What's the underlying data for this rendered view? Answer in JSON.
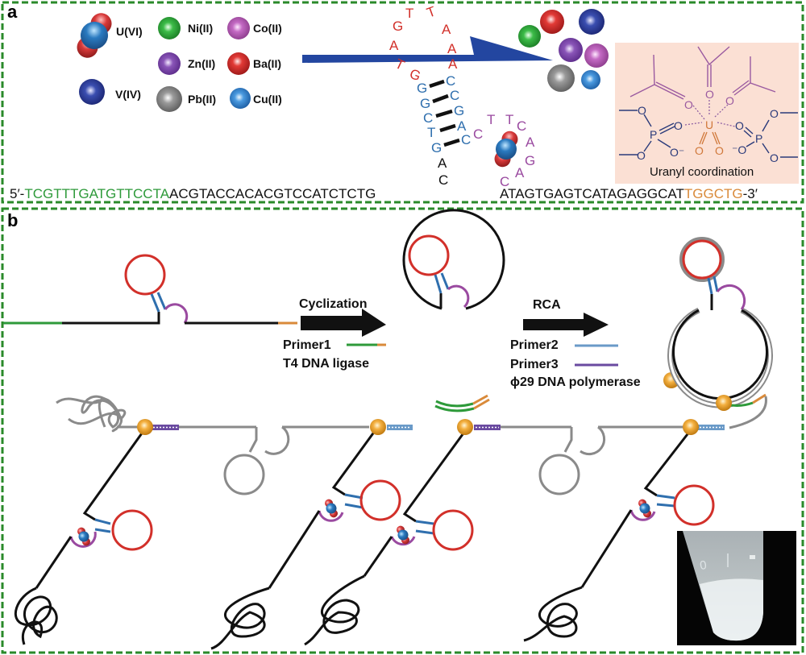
{
  "panels": {
    "a": {
      "label": "a"
    },
    "b": {
      "label": "b"
    }
  },
  "colors": {
    "frame": "#2a8a2a",
    "arrow_blue": "#2346a0",
    "primer1_green": "#2e9a3a",
    "primer1_orange": "#d98a3a",
    "aptamer_red": "#d2302a",
    "stem_blue": "#2f6fae",
    "loop_purple": "#9a4aa0",
    "primer2": "#6a9ac8",
    "primer3": "#6a4aa0",
    "polymerase": "#f0a830",
    "product_gray": "#8a8a8a",
    "chem_bg": "#fbe0d4"
  },
  "ions": [
    {
      "label": "U(VI)",
      "icon": "uranyl-molecule-icon"
    },
    {
      "label": "Ni(II)",
      "color": "#2faa3c"
    },
    {
      "label": "Co(II)",
      "color": "#b65ab8"
    },
    {
      "label": "Zn(II)",
      "color": "#7a45a8"
    },
    {
      "label": "Ba(II)",
      "color": "#d8302e"
    },
    {
      "label": "V(IV)",
      "color": "#2a3e9a"
    },
    {
      "label": "Pb(II)",
      "color": "#8c8c8c"
    },
    {
      "label": "Cu(II)",
      "color": "#3a8ad0"
    }
  ],
  "sequence": {
    "prefix": "5′-",
    "green_part": "TCGTTTGATGTTCCTA",
    "black_left": "ACGTACCACACGTCCATCTCTG",
    "black_right": "ATAGTGAGTCATAGAGGCAT",
    "orange_part": "TGGCTG",
    "suffix": "-3′",
    "loop_red": [
      "T",
      "G",
      "A",
      "G",
      "T",
      "T",
      "A",
      "A",
      "A"
    ],
    "stem_left": [
      "G",
      "G",
      "C",
      "T",
      "G"
    ],
    "stem_right": [
      "C",
      "C",
      "G",
      "A",
      "C"
    ],
    "purple_loop": [
      "C",
      "T",
      "T",
      "C",
      "A",
      "G",
      "A",
      "C"
    ],
    "spacer": [
      "A",
      "C"
    ]
  },
  "chemistry": {
    "title": "Uranyl coordination",
    "center": "U",
    "oxygen": "O",
    "phosphorus": "P",
    "oxygen_minus": "O⁻",
    "minus_oxygen": "⁻O"
  },
  "steps": {
    "cyclization": "Cyclization",
    "primer1": "Primer1",
    "ligase": "T4 DNA ligase",
    "rca": "RCA",
    "primer2": "Primer2",
    "primer3": "Primer3",
    "polymerase": "ϕ29 DNA polymerase"
  }
}
